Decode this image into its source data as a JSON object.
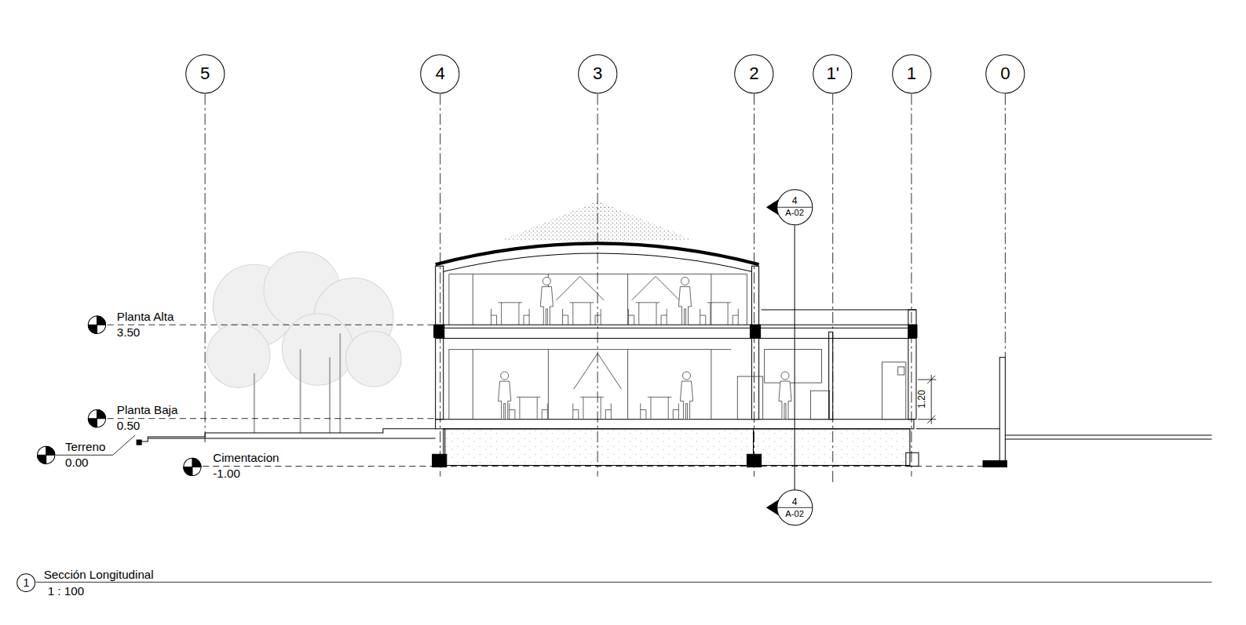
{
  "diagram": {
    "caption": "Sección Longitudinal",
    "nodes": [
      {
        "text": [
          "5"
        ]
      },
      {
        "text": [
          "4"
        ]
      },
      {
        "text": [
          "3"
        ]
      },
      {
        "text": [
          "2"
        ]
      },
      {
        "text": [
          "1'"
        ]
      },
      {
        "text": [
          "1"
        ]
      },
      {
        "text": [
          "0"
        ]
      },
      {
        "text": [
          "4",
          "A-02"
        ]
      },
      {
        "text": [
          "4",
          "A-02"
        ]
      },
      {
        "text": [
          "1"
        ]
      }
    ],
    "edges": [
      {
        "from": 7,
        "to": 8,
        "arrow": "none"
      }
    ],
    "labels": [
      "Planta Alta",
      "3.50",
      "Planta Baja",
      "0.50",
      "Terreno",
      "0.00",
      "Cimentacion",
      "-1.00",
      "1.20",
      "1 : 100"
    ]
  }
}
